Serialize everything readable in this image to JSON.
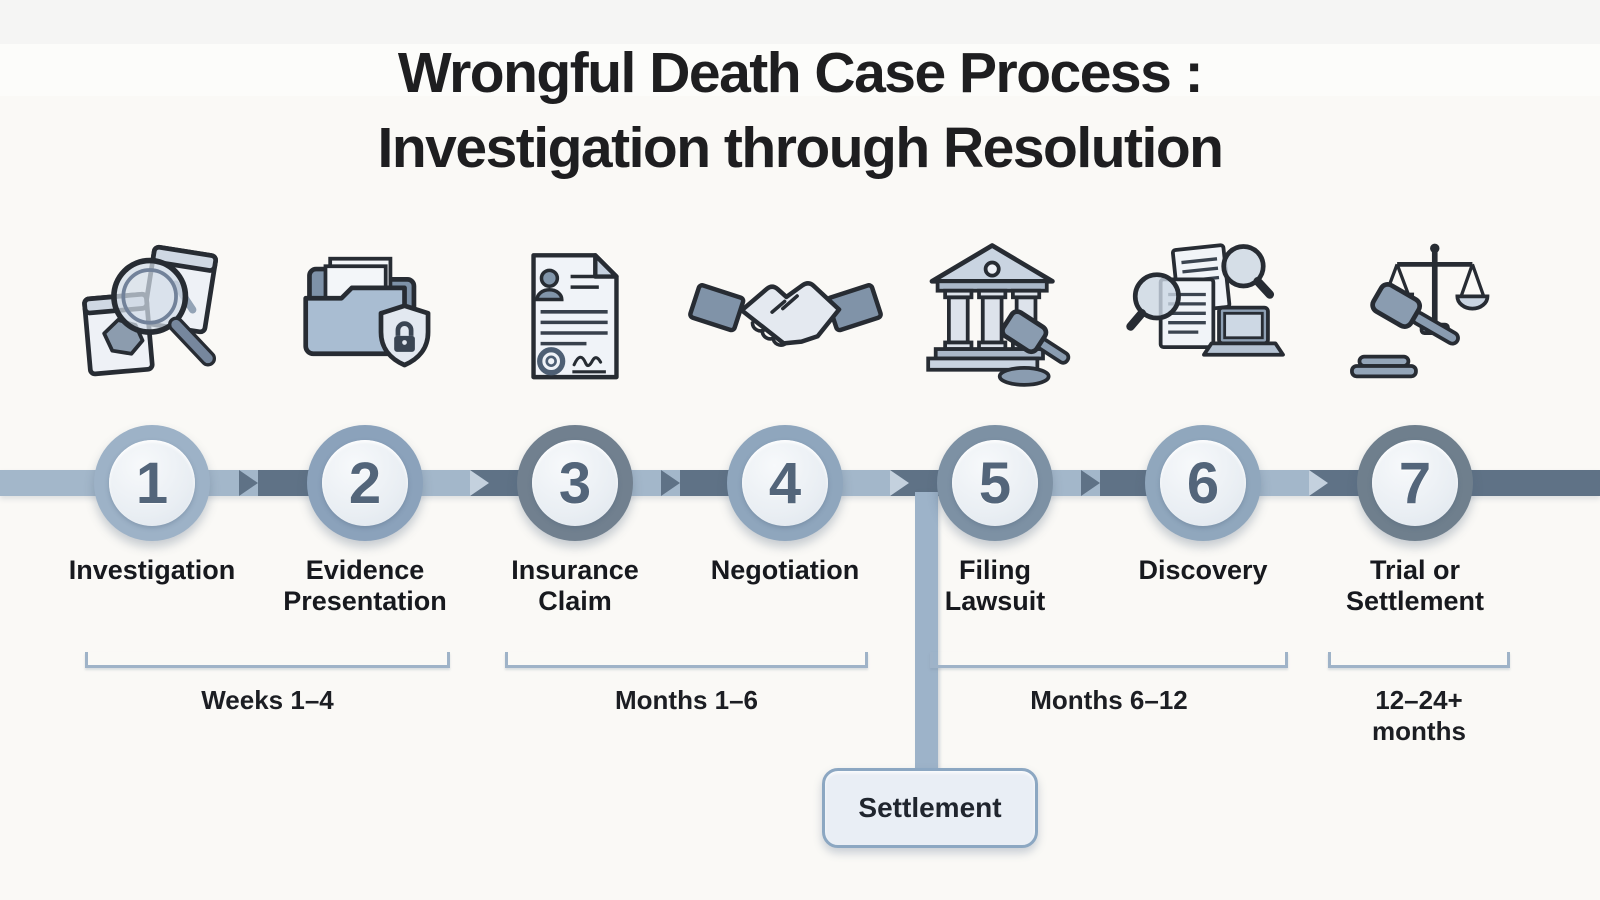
{
  "title": {
    "line1": "Wrongful Death Case Process :",
    "line2": "Investigation through Resolution"
  },
  "steps": [
    {
      "number": "1",
      "label": "Investigation",
      "icon": "evidence-magnifier-icon",
      "ring_color": "#9db2c7"
    },
    {
      "number": "2",
      "label": "Evidence Presentation",
      "icon": "secure-evidence-folder-icon",
      "ring_color": "#8ba2bb"
    },
    {
      "number": "3",
      "label": "Insurance Claim",
      "icon": "claim-document-icon",
      "ring_color": "#71808f"
    },
    {
      "number": "4",
      "label": "Negotiation",
      "icon": "handshake-icon",
      "ring_color": "#8fa6bd"
    },
    {
      "number": "5",
      "label": "Filing Lawsuit",
      "icon": "courthouse-gavel-icon",
      "ring_color": "#7d91a4"
    },
    {
      "number": "6",
      "label": "Discovery",
      "icon": "document-review-icon",
      "ring_color": "#90a7bd"
    },
    {
      "number": "7",
      "label": "Trial or Settlement",
      "icon": "gavel-scales-icon",
      "ring_color": "#6f7f8d"
    }
  ],
  "duration_brackets": [
    {
      "label": "Weeks 1–4"
    },
    {
      "label": "Months 1–6"
    },
    {
      "label": "Months 6–12"
    },
    {
      "label": "12–24+ months"
    }
  ],
  "settlement_branch": {
    "label": "Settlement"
  },
  "palette": {
    "background": "#faf9f6",
    "timeline_light": "#a3b7ca",
    "timeline_dark": "#5f7286",
    "chevron_pale": "#c4d1de",
    "bracket_line": "#9fb3c8",
    "number_text": "#53657a",
    "label_text": "#17191e",
    "title_text": "#1e1e20",
    "settlement_fill": "#e9eef5",
    "settlement_border": "#8ca7c2"
  }
}
